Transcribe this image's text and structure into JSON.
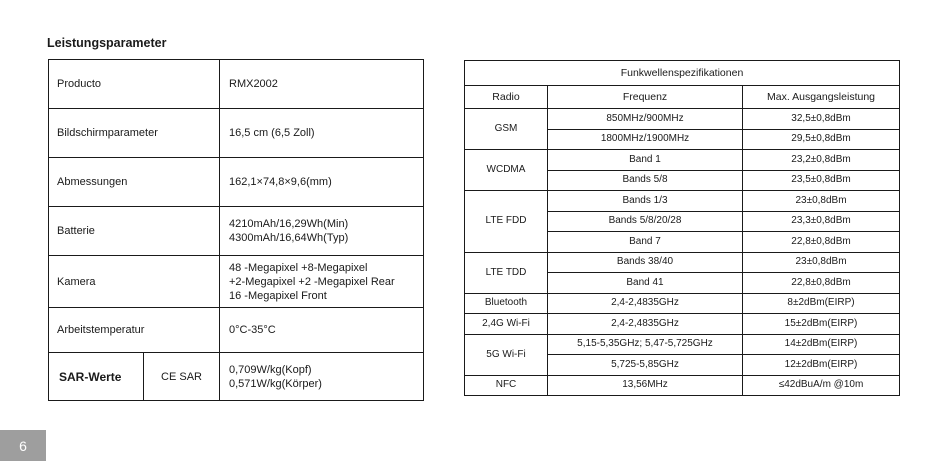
{
  "section_title": "Leistungsparameter",
  "params": {
    "rows": [
      {
        "label": "Producto",
        "value": "RMX2002"
      },
      {
        "label": "Bildschirmparameter",
        "value": "16,5 cm (6,5 Zoll)"
      },
      {
        "label": "Abmessungen",
        "value": "162,1×74,8×9,6(mm)"
      },
      {
        "label": "Batterie",
        "lines": [
          "4210mAh/16,29Wh(Min)",
          "4300mAh/16,64Wh(Typ)"
        ]
      },
      {
        "label": "Kamera",
        "lines": [
          "48 -Megapixel +8-Megapixel",
          "+2-Megapixel +2 -Megapixel Rear",
          "16 -Megapixel Front"
        ]
      },
      {
        "label": "Arbeitstemperatur",
        "value": "0°C-35°C"
      }
    ],
    "sar": {
      "label": "SAR-Werte",
      "sub": "CE SAR",
      "lines": [
        "0,709W/kg(Kopf)",
        "0,571W/kg(Körper)"
      ]
    }
  },
  "radio": {
    "title": "Funkwellenspezifikationen",
    "headers": [
      "Radio",
      "Frequenz",
      "Max. Ausgangsleistung"
    ],
    "groups": [
      {
        "name": "GSM",
        "rows": [
          [
            "850MHz/900MHz",
            "32,5±0,8dBm"
          ],
          [
            "1800MHz/1900MHz",
            "29,5±0,8dBm"
          ]
        ]
      },
      {
        "name": "WCDMA",
        "rows": [
          [
            "Band 1",
            "23,2±0,8dBm"
          ],
          [
            "Bands 5/8",
            "23,5±0,8dBm"
          ]
        ]
      },
      {
        "name": "LTE FDD",
        "rows": [
          [
            "Bands 1/3",
            "23±0,8dBm"
          ],
          [
            "Bands 5/8/20/28",
            "23,3±0,8dBm"
          ],
          [
            "Band 7",
            "22,8±0,8dBm"
          ]
        ]
      },
      {
        "name": "LTE TDD",
        "rows": [
          [
            "Bands 38/40",
            "23±0,8dBm"
          ],
          [
            "Band 41",
            "22,8±0,8dBm"
          ]
        ]
      },
      {
        "name": "Bluetooth",
        "rows": [
          [
            "2,4-2,4835GHz",
            "8±2dBm(EIRP)"
          ]
        ]
      },
      {
        "name": "2,4G Wi-Fi",
        "rows": [
          [
            "2,4-2,4835GHz",
            "15±2dBm(EIRP)"
          ]
        ]
      },
      {
        "name": "5G Wi-Fi",
        "rows": [
          [
            "5,15-5,35GHz; 5,47-5,725GHz",
            "14±2dBm(EIRP)"
          ],
          [
            "5,725-5,85GHz",
            "12±2dBm(EIRP)"
          ]
        ]
      },
      {
        "name": "NFC",
        "rows": [
          [
            "13,56MHz",
            "≤42dBuA/m @10m"
          ]
        ]
      }
    ]
  },
  "page_number": "6"
}
